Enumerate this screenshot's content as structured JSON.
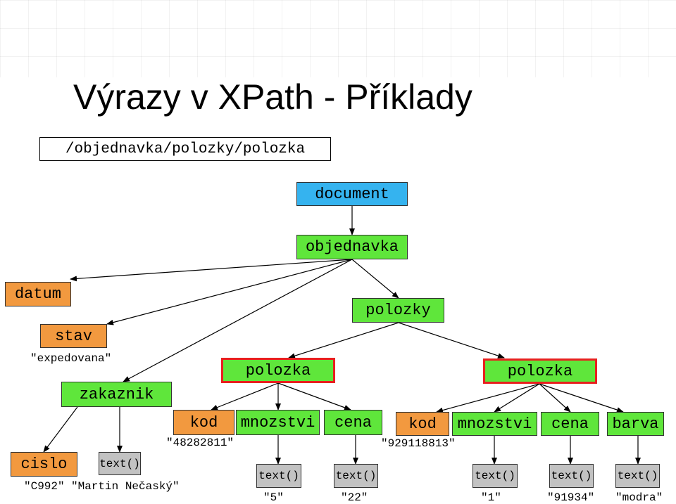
{
  "title": "Výrazy v XPath - Příklady",
  "xpath_expression": "/objednavka/polozky/polozka",
  "colors": {
    "element": "#5fe63b",
    "document": "#35b3ef",
    "attribute": "#f2993f",
    "text_node": "#c2c2c2",
    "selected_border": "#e8201f"
  },
  "nodes": {
    "document": "document",
    "objednavka": "objednavka",
    "datum": "datum",
    "stav": "stav",
    "stav_value": "\"expedovana\"",
    "zakaznik": "zakaznik",
    "cislo": "cislo",
    "cislo_value": "\"C992\"",
    "zakaznik_text": "text()",
    "zakaznik_text_value": "\"Martin Nečaský\"",
    "polozky": "polozky",
    "polozka_1": {
      "label": "polozka",
      "kod": "kod",
      "kod_value": "\"48282811\"",
      "mnozstvi": "mnozstvi",
      "mnozstvi_text": "text()",
      "mnozstvi_value": "\"5\"",
      "cena": "cena",
      "cena_text": "text()",
      "cena_value": "\"22\""
    },
    "polozka_2": {
      "label": "polozka",
      "kod": "kod",
      "kod_value": "\"929118813\"",
      "mnozstvi": "mnozstvi",
      "mnozstvi_text": "text()",
      "mnozstvi_value": "\"1\"",
      "cena": "cena",
      "cena_text": "text()",
      "cena_value": "\"91934\"",
      "barva": "barva",
      "barva_text": "text()",
      "barva_value": "\"modra\""
    }
  }
}
